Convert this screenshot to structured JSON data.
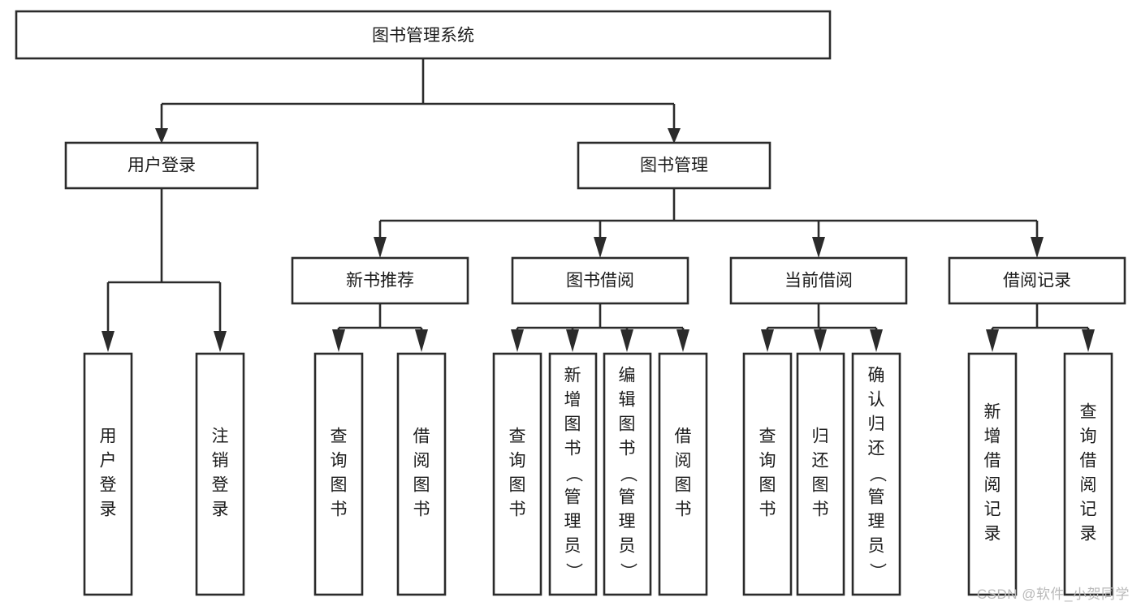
{
  "diagram": {
    "type": "tree-hierarchy",
    "title": "图书管理系统",
    "watermark": "CSDN @软件_小贺同学",
    "colors": {
      "stroke": "#2b2b2b",
      "fill": "#ffffff",
      "text": "#1b1b1b",
      "background": "#ffffff",
      "watermark": "#b9b9b9"
    },
    "levels": {
      "root": {
        "label": "图书管理系统"
      },
      "level2": [
        {
          "label": "用户登录"
        },
        {
          "label": "图书管理"
        }
      ],
      "level3": [
        {
          "label": "新书推荐"
        },
        {
          "label": "图书借阅"
        },
        {
          "label": "当前借阅"
        },
        {
          "label": "借阅记录"
        }
      ]
    },
    "leaves": {
      "user_login": [
        {
          "label": "用户登录"
        },
        {
          "label": "注销登录"
        }
      ],
      "new_book_recommend": [
        {
          "label": "查询图书"
        },
        {
          "label": "借阅图书"
        }
      ],
      "book_borrow": [
        {
          "label": "查询图书"
        },
        {
          "label": "新增图书（管理员）"
        },
        {
          "label": "编辑图书（管理员）"
        },
        {
          "label": "借阅图书"
        }
      ],
      "current_borrow": [
        {
          "label": "查询图书"
        },
        {
          "label": "归还图书"
        },
        {
          "label": "确认归还（管理员）"
        }
      ],
      "borrow_record": [
        {
          "label": "新增借阅记录"
        },
        {
          "label": "查询借阅记录"
        }
      ]
    }
  }
}
